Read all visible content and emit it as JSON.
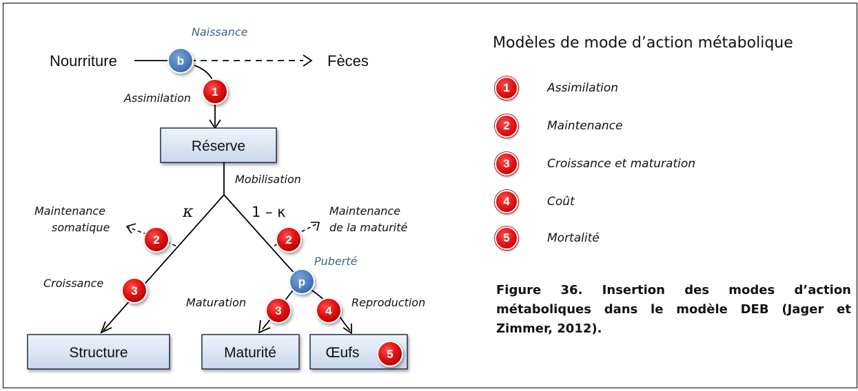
{
  "diagram": {
    "food": "Nourriture",
    "feces": "Fèces",
    "birth": "Naissance",
    "assimilation": "Assimilation",
    "reserve": "Réserve",
    "mobilisation": "Mobilisation",
    "kappa": "κ",
    "one_minus_kappa": "1 – κ",
    "somatic_maintenance_line1": "Maintenance",
    "somatic_maintenance_line2": "somatique",
    "maturity_maintenance_line1": "Maintenance",
    "maturity_maintenance_line2": "de la maturité",
    "puberty": "Puberté",
    "growth": "Croissance",
    "maturation": "Maturation",
    "reproduction": "Reproduction",
    "structure": "Structure",
    "maturity": "Maturité",
    "eggs": "Œufs",
    "node_b": "b",
    "node_p": "p",
    "badge_1": "1",
    "badge_2": "2",
    "badge_3": "3",
    "badge_4": "4",
    "badge_5": "5"
  },
  "legend": {
    "title": "Modèles de mode d’action métabolique",
    "items": [
      {
        "number": "1",
        "label": "Assimilation"
      },
      {
        "number": "2",
        "label": "Maintenance"
      },
      {
        "number": "3",
        "label": "Croissance et maturation"
      },
      {
        "number": "4",
        "label": "Coût"
      },
      {
        "number": "5",
        "label": "Mortalité"
      }
    ]
  },
  "caption": "Figure 36. Insertion des modes d’action métaboliques dans le modèle DEB (Jager et Zimmer, 2012).",
  "colors": {
    "badge_red": "#e10e0e",
    "node_blue": "#4f7fbf",
    "box_fill": "#dce6f4",
    "label_blue": "#3f5f8f"
  }
}
